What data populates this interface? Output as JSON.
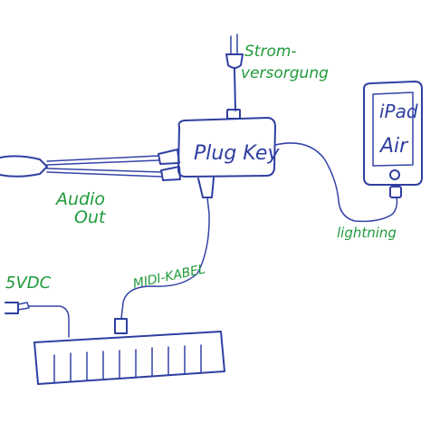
{
  "labels": {
    "stromversorgung_line1": "Strom-",
    "stromversorgung_line2": "versorgung",
    "plugkey": "Plug Key",
    "ipad_line1": "iPad",
    "ipad_line2": "Air",
    "audio_line1": "Audio",
    "audio_line2": "Out",
    "lightning": "lightning",
    "midi_kabel": "MIDI-KABEL",
    "power_5vdc": "5VDC"
  },
  "colors": {
    "ink_blue": "#2f3fa0",
    "ink_green": "#1f9a3a",
    "paper": "#ffffff"
  },
  "icons": [
    "power-plug-icon",
    "audio-jack-icon",
    "midi-connector-icon",
    "ipad-home-button-icon"
  ]
}
